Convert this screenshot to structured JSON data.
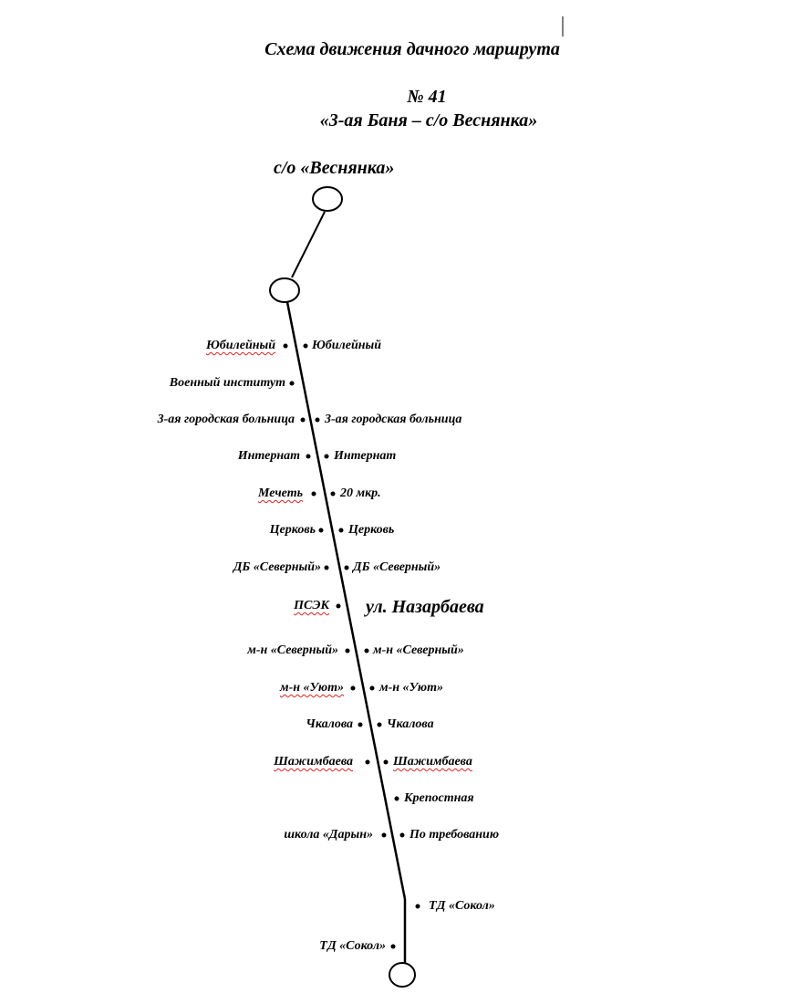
{
  "header": {
    "title": "Схема движения дачного маршрута",
    "number": "№ 41",
    "route_name": "«3-ая Баня – с/о Веснянка»"
  },
  "terminus_top": "с/о «Веснянка»",
  "street_label": "ул. Назарбаева",
  "left_stops": [
    "Юбилейный",
    "Военный институт",
    "3-ая городская больница",
    "Интернат",
    "Мечеть",
    "Церковь",
    "ДБ «Северный»",
    "ПСЭК",
    "м-н «Северный»",
    "м-н «Уют»",
    "Чкалова",
    "Шажимбаева",
    "школа «Дарын»",
    "ТД «Сокол»"
  ],
  "right_stops": [
    "Юбилейный",
    "3-ая городская больница",
    "Интернат",
    "20 мкр.",
    "Церковь",
    "ДБ «Северный»",
    "м-н «Северный»",
    "м-н «Уют»",
    "Чкалова",
    "Шажимбаева",
    "Крепостная",
    "По требованию",
    "ТД «Сокол»"
  ]
}
